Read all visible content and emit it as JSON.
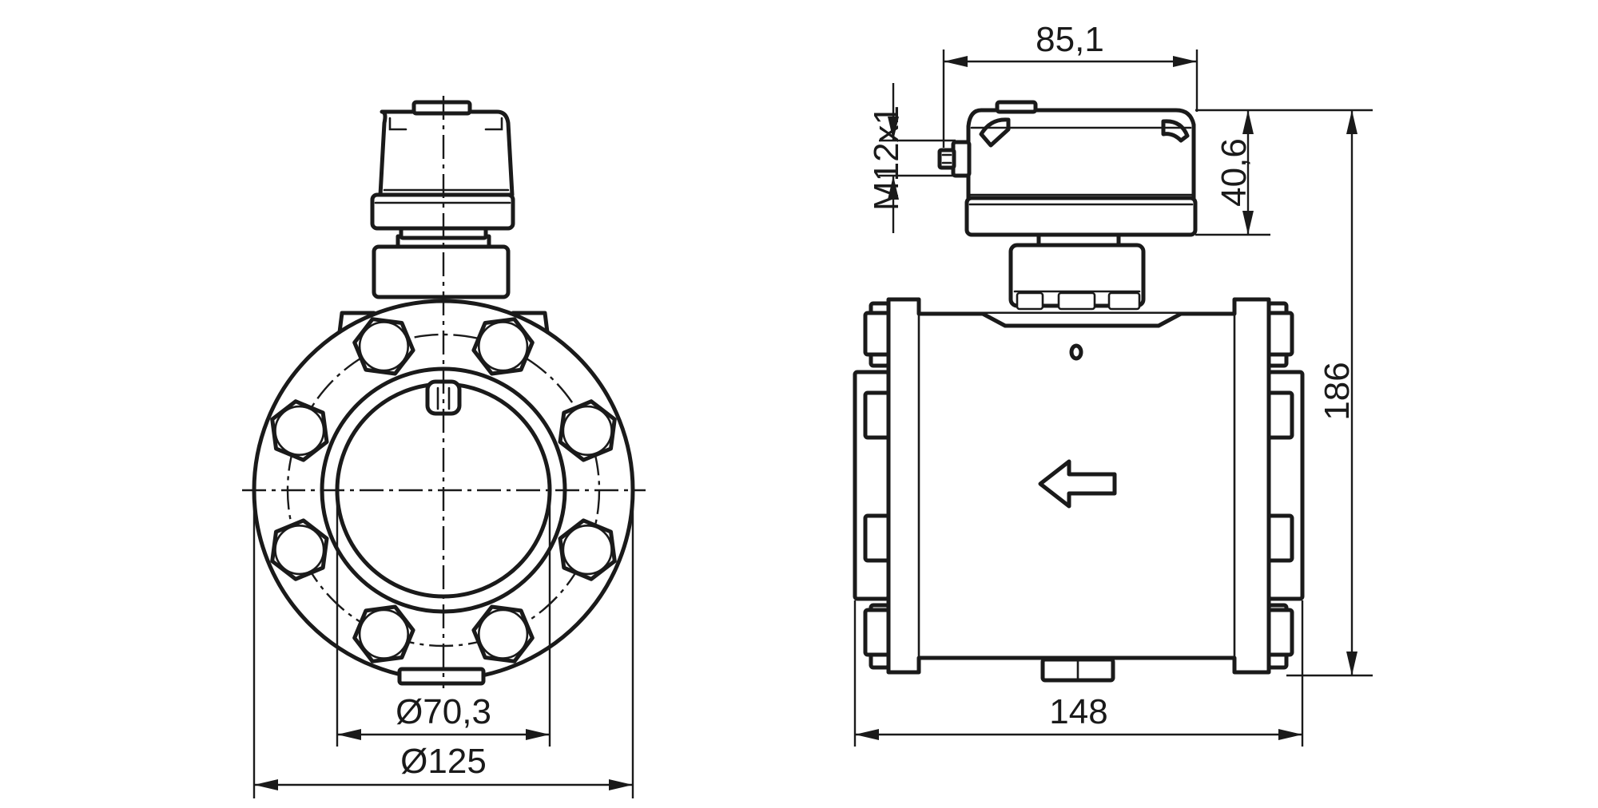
{
  "dimensions": {
    "width_top": "85,1",
    "thread": "M12x1",
    "head_height": "40,6",
    "total_height": "186",
    "length": "148",
    "bore_diameter": "Ø70,3",
    "flange_diameter": "Ø125"
  },
  "flow_direction": "left",
  "colors": {
    "line": "#1a1a1a",
    "background": "#ffffff"
  }
}
